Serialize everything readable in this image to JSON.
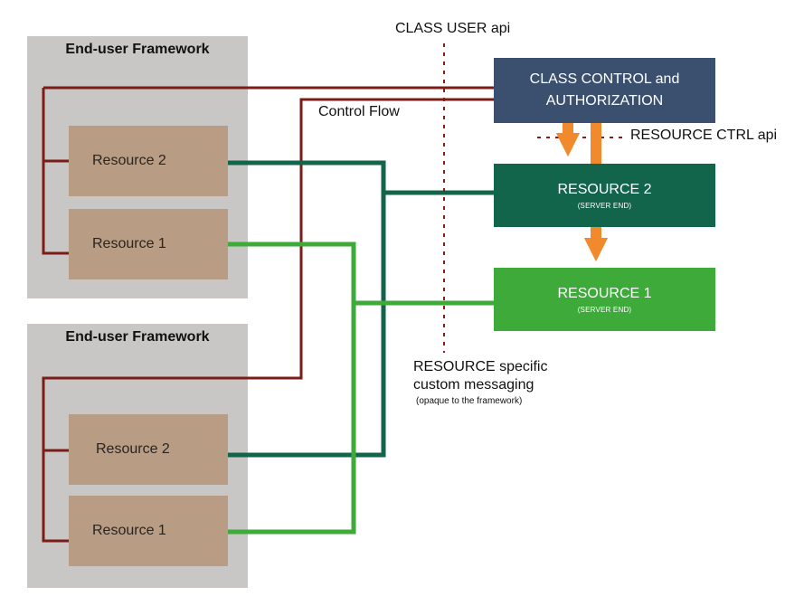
{
  "frameworks": [
    {
      "title": "End-user Framework",
      "resources": [
        "Resource 2",
        "Resource 1"
      ]
    },
    {
      "title": "End-user Framework",
      "resources": [
        "Resource 2",
        "Resource 1"
      ]
    }
  ],
  "control_box": {
    "line1": "CLASS CONTROL and",
    "line2": "AUTHORIZATION"
  },
  "server_resources": [
    {
      "title": "RESOURCE 2",
      "subtitle": "(SERVER END)"
    },
    {
      "title": "RESOURCE 1",
      "subtitle": "(SERVER END)"
    }
  ],
  "labels": {
    "class_user_api": "CLASS USER api",
    "control_flow": "Control Flow",
    "resource_ctrl_api": "RESOURCE CTRL api",
    "custom_messaging_line1": "RESOURCE specific",
    "custom_messaging_line2": "custom messaging",
    "custom_messaging_note": "(opaque to the framework)"
  },
  "colors": {
    "framework_bg": "#c8c7c5",
    "client_resource_bg": "#b89c84",
    "control_box_bg": "#3a506e",
    "resource2_server_bg": "#12654a",
    "resource1_server_bg": "#3daa3a",
    "control_flow_line": "#7b1c16",
    "resource2_link": "#12654a",
    "resource1_link": "#3daa3a",
    "api_arrow": "#f08a2c"
  }
}
